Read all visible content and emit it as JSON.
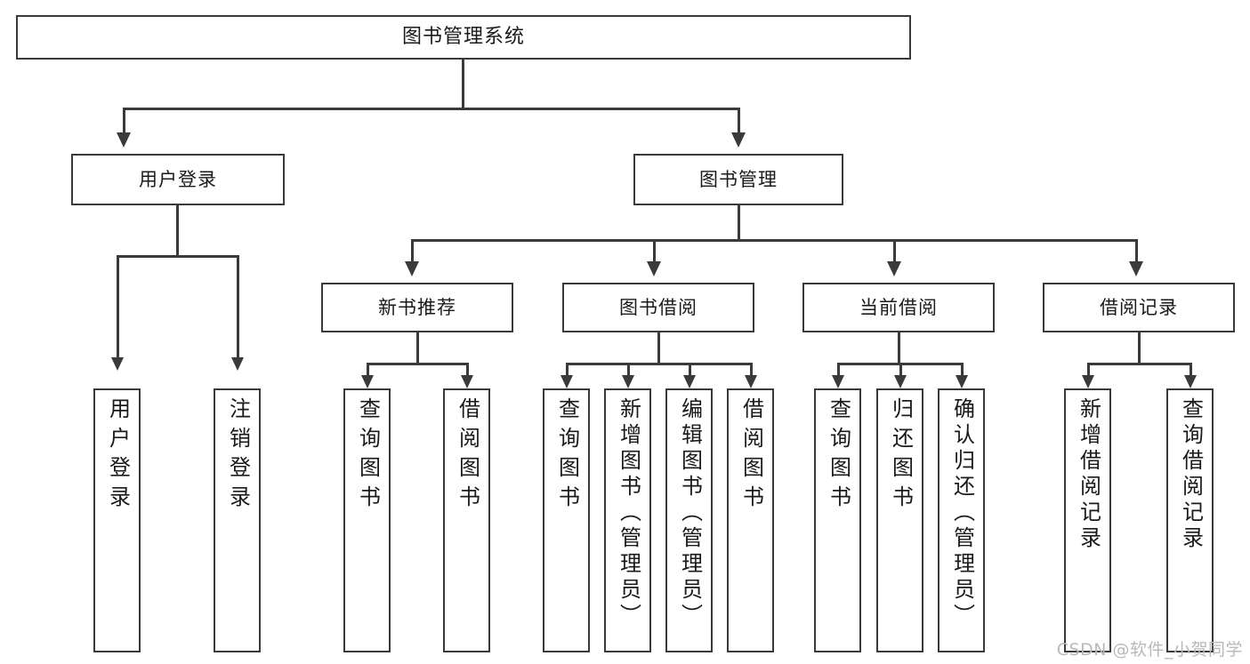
{
  "diagram": {
    "title": "图书管理系统",
    "type": "tree",
    "root": {
      "label": "图书管理系统"
    },
    "level2": [
      {
        "label": "用户登录"
      },
      {
        "label": "图书管理"
      }
    ],
    "level3": [
      {
        "label": "新书推荐"
      },
      {
        "label": "图书借阅"
      },
      {
        "label": "当前借阅"
      },
      {
        "label": "借阅记录"
      }
    ],
    "leaves": {
      "user_login": [
        {
          "label": "用户登录"
        },
        {
          "label": "注销登录"
        }
      ],
      "new_books": [
        {
          "label": "查询图书"
        },
        {
          "label": "借阅图书"
        }
      ],
      "book_borrow": [
        {
          "label": "查询图书"
        },
        {
          "label": "新增图书（管理员）"
        },
        {
          "label": "编辑图书（管理员）"
        },
        {
          "label": "借阅图书"
        }
      ],
      "current_borrow": [
        {
          "label": "查询图书"
        },
        {
          "label": "归还图书"
        },
        {
          "label": "确认归还（管理员）"
        }
      ],
      "borrow_records": [
        {
          "label": "新增借阅记录"
        },
        {
          "label": "查询借阅记录"
        }
      ]
    }
  },
  "watermark": {
    "text": "CSDN @软件_小贺同学"
  },
  "colors": {
    "stroke": "#3a3a3a",
    "background": "#ffffff",
    "text": "#1a1a1a",
    "watermark": "#b9b9b9"
  }
}
